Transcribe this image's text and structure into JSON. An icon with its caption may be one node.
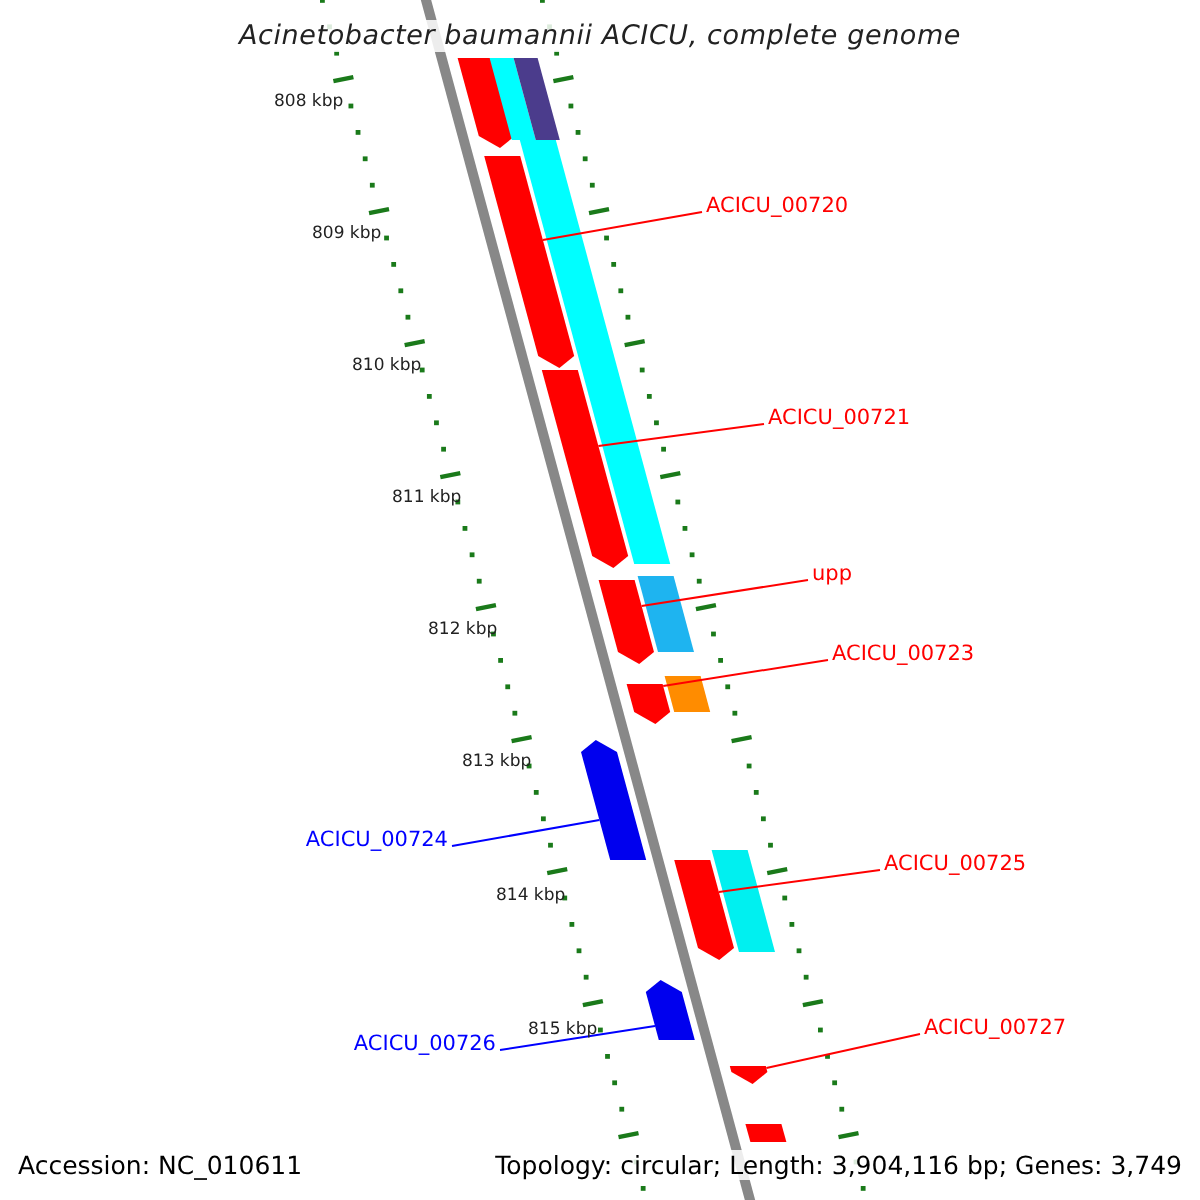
{
  "diagram": {
    "title": "Acinetobacter baumannii ACICU, complete genome",
    "nodes": [
      {
        "text": [
          "ACICU_00720"
        ]
      },
      {
        "text": [
          "ACICU_00721"
        ]
      },
      {
        "text": [
          "upp"
        ]
      },
      {
        "text": [
          "ACICU_00723"
        ]
      },
      {
        "text": [
          "ACICU_00724"
        ]
      },
      {
        "text": [
          "ACICU_00725"
        ]
      },
      {
        "text": [
          "ACICU_00726"
        ]
      },
      {
        "text": [
          "ACICU_00727"
        ]
      },
      {
        "text": [],
        "shape": "bar"
      },
      {
        "text": [],
        "shape": "bar"
      },
      {
        "text": [],
        "shape": "bar"
      },
      {
        "text": [],
        "shape": "bar"
      },
      {
        "text": [],
        "shape": "bar"
      },
      {
        "text": [],
        "shape": "bar"
      },
      {
        "text": [],
        "shape": "bar"
      },
      {
        "text": [],
        "shape": "bar"
      },
      {
        "text": [],
        "shape": "bar"
      },
      {
        "text": [],
        "shape": "bar"
      },
      {
        "text": [],
        "shape": "bar"
      },
      {
        "text": [],
        "shape": "bar"
      },
      {
        "text": [],
        "shape": "bar"
      },
      {
        "text": [],
        "shape": "bar"
      },
      {
        "text": [],
        "shape": "bar"
      },
      {
        "text": [],
        "shape": "bar"
      }
    ],
    "edges": [
      {
        "from": 0,
        "to": 8,
        "arrow": "none"
      },
      {
        "from": 1,
        "to": 9,
        "arrow": "none"
      },
      {
        "from": 2,
        "to": 10,
        "arrow": "none"
      },
      {
        "from": 3,
        "to": 11,
        "arrow": "none"
      },
      {
        "from": 4,
        "to": 12,
        "arrow": "none",
        "color": "#0000ff"
      },
      {
        "from": 5,
        "to": 13,
        "arrow": "none"
      },
      {
        "from": 6,
        "to": 14,
        "arrow": "none",
        "color": "#0000ff"
      },
      {
        "from": 7,
        "to": 15,
        "arrow": "none"
      }
    ],
    "labels": [
      "808 kbp",
      "809 kbp",
      "810 kbp",
      "811 kbp",
      "812 kbp",
      "813 kbp",
      "814 kbp",
      "815 kbp",
      "Accession: NC_010611",
      "Topology: circular; Length: 3,904,116 bp; Genes: 3,749"
    ]
  }
}
